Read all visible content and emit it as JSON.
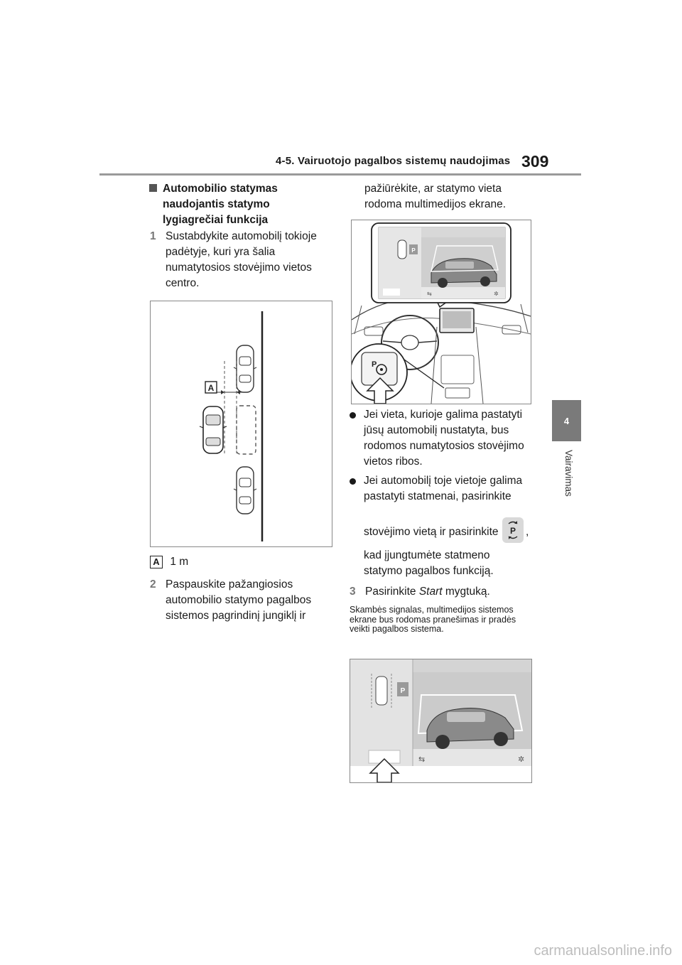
{
  "header": {
    "section_title": "4-5. Vairuotojo pagalbos sistemų naudojimas",
    "page_number": "309"
  },
  "side_tab": {
    "chapter": "4",
    "label": "Vairavimas"
  },
  "left_column": {
    "heading": "Automobilio statymas naudojantis statymo lygiagrečiai funkcija",
    "step1_num": "1",
    "step1_text": "Sustabdykite automobilį tokioje padėtyje, kuri yra šalia numatytosios stovėjimo vietos centro.",
    "figure_label_a": "A",
    "legend_label": "A",
    "legend_text": "1 m",
    "step2_num": "2",
    "step2_text": "Paspauskite pažangiosios automobilio statymo pagalbos sistemos pagrindinį jungiklį ir"
  },
  "right_column": {
    "continued_text": "pažiūrėkite, ar statymo vieta rodoma multimedijos ekrane.",
    "bullet1": "Jei vieta, kurioje galima pastatyti jūsų automobilį nustatyta, bus rodomos numatytosios stovėjimo vietos ribos.",
    "bullet2_part1": "Jei automobilį toje vietoje galima pastatyti statmenai, pasirinkite",
    "bullet2_part2": "stovėjimo vietą ir pasirinkite",
    "bullet2_part3": ",",
    "bullet2_part4": "kad įjungtumėte statmeno statymo pagalbos funkciją.",
    "step3_num": "3",
    "step3_pre": "Pasirinkite",
    "step3_italic": "Start",
    "step3_post": "mygtuką.",
    "note": "Skambės signalas, multimedijos sistemos ekrane bus rodomas pranešimas ir pradės veikti pagalbos sistema.",
    "p_badge": "P",
    "switch_letter": "P"
  },
  "icons": [
    "perpendicular-parking-icon",
    "settings-gear-icon",
    "steering-wheel-icon",
    "arrow-up-icon"
  ],
  "watermark": "carmanualsonline.info"
}
